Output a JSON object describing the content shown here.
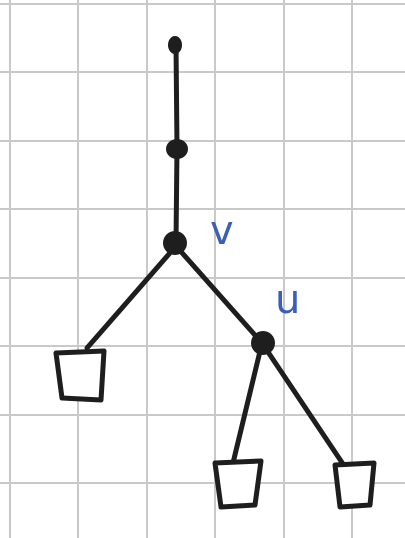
{
  "diagram": {
    "type": "tree",
    "labels": {
      "v": "v",
      "u": "u"
    }
  },
  "colors": {
    "background": "#ffffff",
    "grid": "#c9c9c9",
    "ink": "#1e1e1e",
    "label_ink": "#3b5fb8"
  }
}
